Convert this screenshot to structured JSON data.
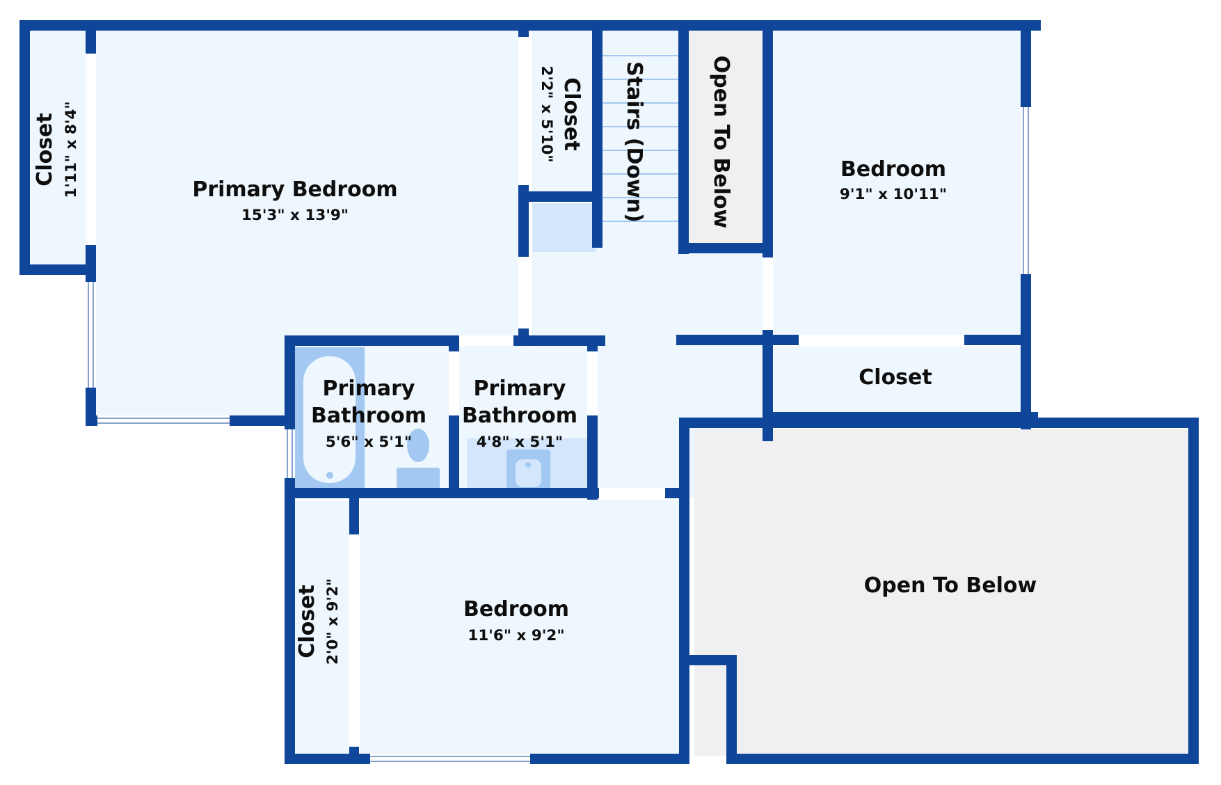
{
  "colors": {
    "wall": "#0f4699",
    "room": "#eef7fd",
    "open_to_below": "#f0f0f2",
    "fixture": "#a3c9f3",
    "tile": "#d4e6fb",
    "opening": "#ffffff"
  },
  "rooms": {
    "closet_left": {
      "name": "Closet",
      "dims": "1'11\" x 8'4\""
    },
    "primary_bedroom": {
      "name": "Primary Bedroom",
      "dims": "15'3\" x 13'9\""
    },
    "closet_small": {
      "name": "Closet",
      "dims": "2'2\" x 5'10\""
    },
    "stairs": {
      "name": "Stairs (Down)"
    },
    "open_to_below_top": {
      "name": "Open To Below"
    },
    "bedroom_right": {
      "name": "Bedroom",
      "dims": "9'1\" x 10'11\""
    },
    "closet_right": {
      "name": "Closet"
    },
    "primary_bathroom_1": {
      "name_line1": "Primary",
      "name_line2": "Bathroom",
      "dims": "5'6\" x 5'1\""
    },
    "primary_bathroom_2": {
      "name_line1": "Primary",
      "name_line2": "Bathroom",
      "dims": "4'8\" x 5'1\""
    },
    "closet_bottom": {
      "name": "Closet",
      "dims": "2'0\" x 9'2\""
    },
    "bedroom_bottom": {
      "name": "Bedroom",
      "dims": "11'6\" x 9'2\""
    },
    "open_to_below_large": {
      "name": "Open To Below"
    }
  }
}
